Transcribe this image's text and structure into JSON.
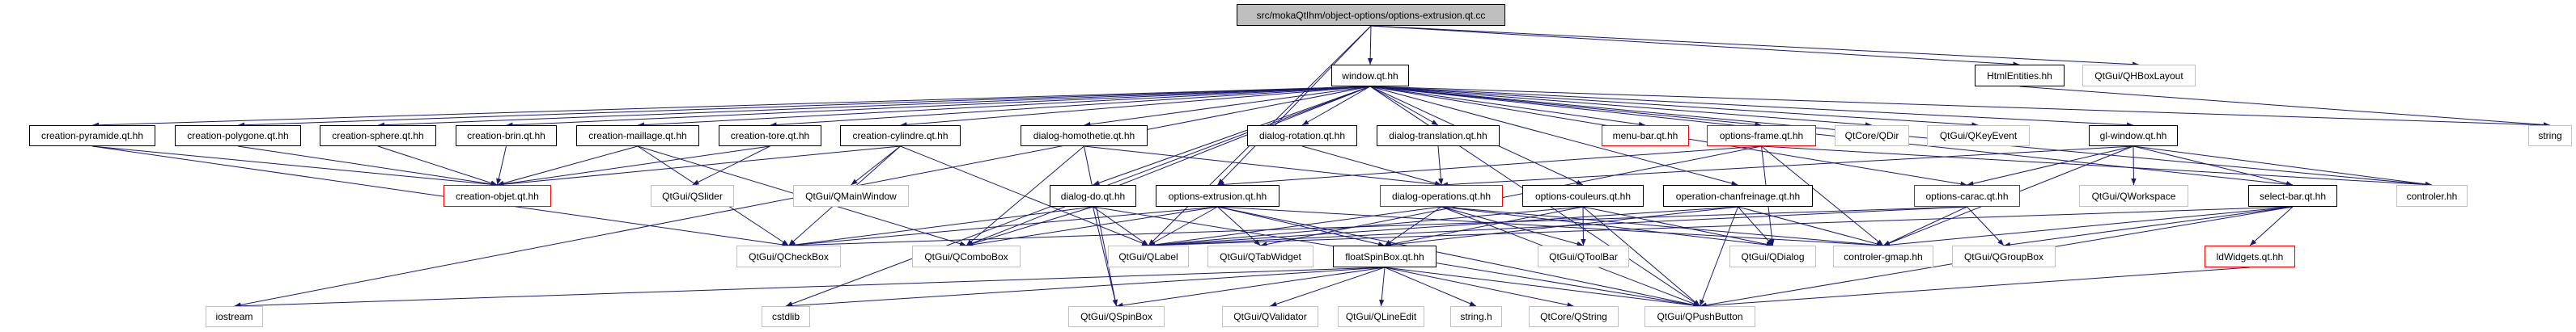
{
  "graph_title": "src/mokaQtIhm/object-options/options-extrusion.qt.cc",
  "edge_color": "#191970",
  "nodes": [
    {
      "id": "root",
      "label": "src/mokaQtIhm/object-options/options-extrusion.qt.cc",
      "style": "root"
    },
    {
      "id": "window",
      "label": "window.qt.hh",
      "style": "black"
    },
    {
      "id": "htmlentities",
      "label": "HtmlEntities.hh",
      "style": "black"
    },
    {
      "id": "qhboxlayout",
      "label": "QtGui/QHBoxLayout",
      "style": "gray"
    },
    {
      "id": "pyramide",
      "label": "creation-pyramide.qt.hh",
      "style": "black"
    },
    {
      "id": "polygone",
      "label": "creation-polygone.qt.hh",
      "style": "black"
    },
    {
      "id": "sphere",
      "label": "creation-sphere.qt.hh",
      "style": "black"
    },
    {
      "id": "brin",
      "label": "creation-brin.qt.hh",
      "style": "black"
    },
    {
      "id": "maillage",
      "label": "creation-maillage.qt.hh",
      "style": "black"
    },
    {
      "id": "tore",
      "label": "creation-tore.qt.hh",
      "style": "black"
    },
    {
      "id": "cylindre",
      "label": "creation-cylindre.qt.hh",
      "style": "black"
    },
    {
      "id": "homothetie",
      "label": "dialog-homothetie.qt.hh",
      "style": "black"
    },
    {
      "id": "rotation",
      "label": "dialog-rotation.qt.hh",
      "style": "black"
    },
    {
      "id": "translation",
      "label": "dialog-translation.qt.hh",
      "style": "black"
    },
    {
      "id": "menubar",
      "label": "menu-bar.qt.hh",
      "style": "red"
    },
    {
      "id": "optframe",
      "label": "options-frame.qt.hh",
      "style": "red"
    },
    {
      "id": "qdir",
      "label": "QtCore/QDir",
      "style": "gray"
    },
    {
      "id": "qkeyevent",
      "label": "QtGui/QKeyEvent",
      "style": "gray"
    },
    {
      "id": "glwindow",
      "label": "gl-window.qt.hh",
      "style": "black"
    },
    {
      "id": "string",
      "label": "string",
      "style": "gray"
    },
    {
      "id": "creaobjet",
      "label": "creation-objet.qt.hh",
      "style": "red"
    },
    {
      "id": "qslider",
      "label": "QtGui/QSlider",
      "style": "gray"
    },
    {
      "id": "qmainwindow",
      "label": "QtGui/QMainWindow",
      "style": "gray"
    },
    {
      "id": "dialogdo",
      "label": "dialog-do.qt.hh",
      "style": "black"
    },
    {
      "id": "optext",
      "label": "options-extrusion.qt.hh",
      "style": "black"
    },
    {
      "id": "dialogops",
      "label": "dialog-operations.qt.hh",
      "style": "red"
    },
    {
      "id": "optcouleurs",
      "label": "options-couleurs.qt.hh",
      "style": "black"
    },
    {
      "id": "chanfreinage",
      "label": "operation-chanfreinage.qt.hh",
      "style": "black"
    },
    {
      "id": "optcarac",
      "label": "options-carac.qt.hh",
      "style": "red"
    },
    {
      "id": "qworkspace",
      "label": "QtGui/QWorkspace",
      "style": "gray"
    },
    {
      "id": "selectbar",
      "label": "select-bar.qt.hh",
      "style": "black"
    },
    {
      "id": "controler",
      "label": "controler.hh",
      "style": "gray"
    },
    {
      "id": "qcheckbox",
      "label": "QtGui/QCheckBox",
      "style": "gray"
    },
    {
      "id": "qcombobox",
      "label": "QtGui/QComboBox",
      "style": "gray"
    },
    {
      "id": "qlabel",
      "label": "QtGui/QLabel",
      "style": "gray"
    },
    {
      "id": "qtabwidget",
      "label": "QtGui/QTabWidget",
      "style": "gray"
    },
    {
      "id": "floatspinbox",
      "label": "floatSpinBox.qt.hh",
      "style": "black"
    },
    {
      "id": "qtoolbar",
      "label": "QtGui/QToolBar",
      "style": "gray"
    },
    {
      "id": "qdialog",
      "label": "QtGui/QDialog",
      "style": "gray"
    },
    {
      "id": "ctrlgmap",
      "label": "controler-gmap.hh",
      "style": "gray"
    },
    {
      "id": "qgroupbox",
      "label": "QtGui/QGroupBox",
      "style": "gray"
    },
    {
      "id": "ldwidgets",
      "label": "ldWidgets.qt.hh",
      "style": "red"
    },
    {
      "id": "iostream",
      "label": "iostream",
      "style": "gray"
    },
    {
      "id": "cstdlib",
      "label": "cstdlib",
      "style": "gray"
    },
    {
      "id": "qspinbox",
      "label": "QtGui/QSpinBox",
      "style": "gray"
    },
    {
      "id": "qvalidator",
      "label": "QtGui/QValidator",
      "style": "gray"
    },
    {
      "id": "qlineedit",
      "label": "QtGui/QLineEdit",
      "style": "gray"
    },
    {
      "id": "stringh",
      "label": "string.h",
      "style": "gray"
    },
    {
      "id": "qstring",
      "label": "QtCore/QString",
      "style": "gray"
    },
    {
      "id": "qpushbutton",
      "label": "QtGui/QPushButton",
      "style": "gray"
    }
  ],
  "edges": [
    [
      "root",
      "window"
    ],
    [
      "root",
      "optext"
    ],
    [
      "root",
      "htmlentities"
    ],
    [
      "root",
      "qhboxlayout"
    ],
    [
      "root",
      "qlabel"
    ],
    [
      "window",
      "pyramide"
    ],
    [
      "window",
      "polygone"
    ],
    [
      "window",
      "sphere"
    ],
    [
      "window",
      "brin"
    ],
    [
      "window",
      "maillage"
    ],
    [
      "window",
      "tore"
    ],
    [
      "window",
      "cylindre"
    ],
    [
      "window",
      "homothetie"
    ],
    [
      "window",
      "rotation"
    ],
    [
      "window",
      "translation"
    ],
    [
      "window",
      "menubar"
    ],
    [
      "window",
      "optframe"
    ],
    [
      "window",
      "qdir"
    ],
    [
      "window",
      "qkeyevent"
    ],
    [
      "window",
      "glwindow"
    ],
    [
      "window",
      "string"
    ],
    [
      "window",
      "controler"
    ],
    [
      "window",
      "selectbar"
    ],
    [
      "window",
      "optcarac"
    ],
    [
      "window",
      "dialogdo"
    ],
    [
      "window",
      "optcouleurs"
    ],
    [
      "window",
      "chanfreinage"
    ],
    [
      "window",
      "iostream"
    ],
    [
      "window",
      "cstdlib"
    ],
    [
      "window",
      "qpushbutton"
    ],
    [
      "window",
      "qcombobox"
    ],
    [
      "pyramide",
      "creaobjet"
    ],
    [
      "pyramide",
      "qcheckbox"
    ],
    [
      "polygone",
      "creaobjet"
    ],
    [
      "sphere",
      "creaobjet"
    ],
    [
      "brin",
      "creaobjet"
    ],
    [
      "maillage",
      "creaobjet"
    ],
    [
      "maillage",
      "qcheckbox"
    ],
    [
      "maillage",
      "qcombobox"
    ],
    [
      "tore",
      "creaobjet"
    ],
    [
      "tore",
      "qslider"
    ],
    [
      "cylindre",
      "creaobjet"
    ],
    [
      "cylindre",
      "qmainwindow"
    ],
    [
      "cylindre",
      "qcheckbox"
    ],
    [
      "cylindre",
      "qlabel"
    ],
    [
      "homothetie",
      "dialogops"
    ],
    [
      "homothetie",
      "qcombobox"
    ],
    [
      "homothetie",
      "qspinbox"
    ],
    [
      "rotation",
      "dialogops"
    ],
    [
      "translation",
      "dialogops"
    ],
    [
      "dialogdo",
      "qcheckbox"
    ],
    [
      "dialogdo",
      "qlabel"
    ],
    [
      "dialogdo",
      "qspinbox"
    ],
    [
      "dialogdo",
      "qcombobox"
    ],
    [
      "dialogdo",
      "qpushbutton"
    ],
    [
      "optext",
      "qlabel"
    ],
    [
      "optext",
      "qtabwidget"
    ],
    [
      "optext",
      "floatspinbox"
    ],
    [
      "optext",
      "qcheckbox"
    ],
    [
      "optext",
      "qcombobox"
    ],
    [
      "optext",
      "qpushbutton"
    ],
    [
      "optext",
      "ctrlgmap"
    ],
    [
      "dialogops",
      "floatspinbox"
    ],
    [
      "dialogops",
      "qlabel"
    ],
    [
      "dialogops",
      "qtoolbar"
    ],
    [
      "dialogops",
      "qdialog"
    ],
    [
      "dialogops",
      "qpushbutton"
    ],
    [
      "dialogops",
      "ctrlgmap"
    ],
    [
      "optcouleurs",
      "qtoolbar"
    ],
    [
      "optcouleurs",
      "floatspinbox"
    ],
    [
      "optcouleurs",
      "qpushbutton"
    ],
    [
      "optcouleurs",
      "qlabel"
    ],
    [
      "optcouleurs",
      "qdialog"
    ],
    [
      "chanfreinage",
      "qdialog"
    ],
    [
      "chanfreinage",
      "qpushbutton"
    ],
    [
      "chanfreinage",
      "ctrlgmap"
    ],
    [
      "chanfreinage",
      "floatspinbox"
    ],
    [
      "chanfreinage",
      "qlabel"
    ],
    [
      "optframe",
      "qtabwidget"
    ],
    [
      "optframe",
      "ctrlgmap"
    ],
    [
      "optframe",
      "qdialog"
    ],
    [
      "optframe",
      "optext"
    ],
    [
      "optframe",
      "controler"
    ],
    [
      "optcarac",
      "ctrlgmap"
    ],
    [
      "optcarac",
      "qgroupbox"
    ],
    [
      "optcarac",
      "qlabel"
    ],
    [
      "optcarac",
      "qcheckbox"
    ],
    [
      "glwindow",
      "optcarac"
    ],
    [
      "glwindow",
      "qworkspace"
    ],
    [
      "glwindow",
      "selectbar"
    ],
    [
      "glwindow",
      "controler"
    ],
    [
      "glwindow",
      "ctrlgmap"
    ],
    [
      "glwindow",
      "dialogops"
    ],
    [
      "selectbar",
      "ldwidgets"
    ],
    [
      "selectbar",
      "qpushbutton"
    ],
    [
      "selectbar",
      "ctrlgmap"
    ],
    [
      "selectbar",
      "qgroupbox"
    ],
    [
      "selectbar",
      "qlabel"
    ],
    [
      "ldwidgets",
      "qpushbutton"
    ],
    [
      "floatspinbox",
      "qspinbox"
    ],
    [
      "floatspinbox",
      "qvalidator"
    ],
    [
      "floatspinbox",
      "qlineedit"
    ],
    [
      "floatspinbox",
      "stringh"
    ],
    [
      "floatspinbox",
      "qstring"
    ],
    [
      "floatspinbox",
      "cstdlib"
    ],
    [
      "floatspinbox",
      "iostream"
    ],
    [
      "floatspinbox",
      "qpushbutton"
    ],
    [
      "htmlentities",
      "string"
    ]
  ]
}
